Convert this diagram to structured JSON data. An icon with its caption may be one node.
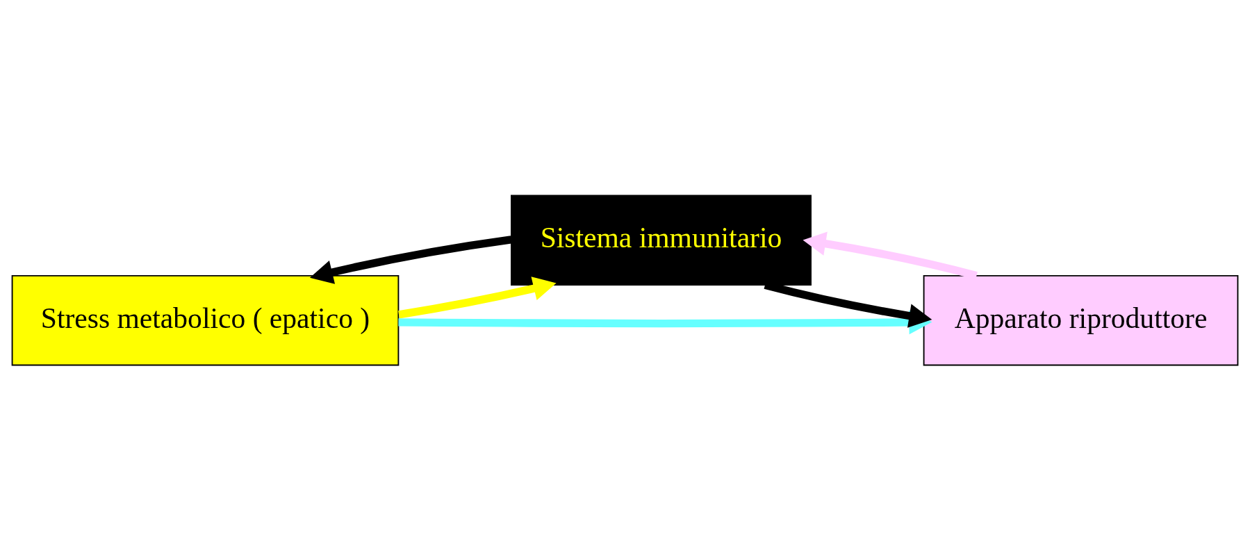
{
  "diagram": {
    "nodes": [
      {
        "text": [
          "Stress metabolico ( epatico )"
        ]
      },
      {
        "text": [
          "Sistema immunitario"
        ]
      },
      {
        "text": [
          "Apparato riproduttore"
        ]
      }
    ],
    "edges": [
      {
        "from": 0,
        "to": 1,
        "arrow": "to",
        "color": "#ffff00"
      },
      {
        "from": 2,
        "to": 1,
        "arrow": "to",
        "color": "#ffccff"
      },
      {
        "from": 1,
        "to": 0,
        "arrow": "to",
        "color": "#000000"
      },
      {
        "from": 1,
        "to": 2,
        "arrow": "to",
        "color": "#000000"
      },
      {
        "from": 0,
        "to": 2,
        "arrow": "to",
        "color": "#66ffff"
      }
    ]
  }
}
